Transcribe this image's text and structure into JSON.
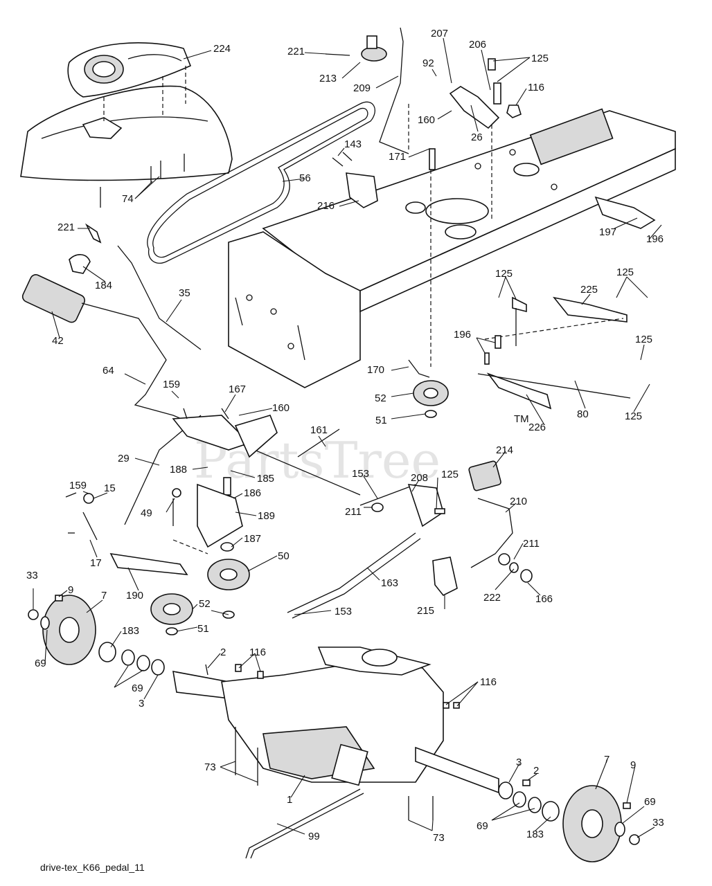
{
  "caption": "drive-tex_K66_pedal_11",
  "watermark": "PartsTree",
  "trademark": "TM",
  "labels": [
    "224",
    "221",
    "213",
    "209",
    "207",
    "92",
    "206",
    "125",
    "116",
    "160",
    "26",
    "171",
    "143",
    "56",
    "216",
    "74",
    "221",
    "184",
    "197",
    "196",
    "35",
    "42",
    "125",
    "225",
    "125",
    "64",
    "196",
    "125",
    "159",
    "167",
    "160",
    "170",
    "52",
    "51",
    "80",
    "226",
    "125",
    "161",
    "214",
    "29",
    "188",
    "185",
    "153",
    "208",
    "125",
    "210",
    "159",
    "15",
    "186",
    "189",
    "49",
    "211",
    "17",
    "187",
    "50",
    "163",
    "211",
    "190",
    "222",
    "166",
    "33",
    "9",
    "7",
    "52",
    "51",
    "183",
    "153",
    "215",
    "2",
    "116",
    "69",
    "3",
    "116",
    "73",
    "3",
    "2",
    "7",
    "9",
    "1",
    "69",
    "183",
    "69",
    "33",
    "99",
    "73",
    "69"
  ]
}
